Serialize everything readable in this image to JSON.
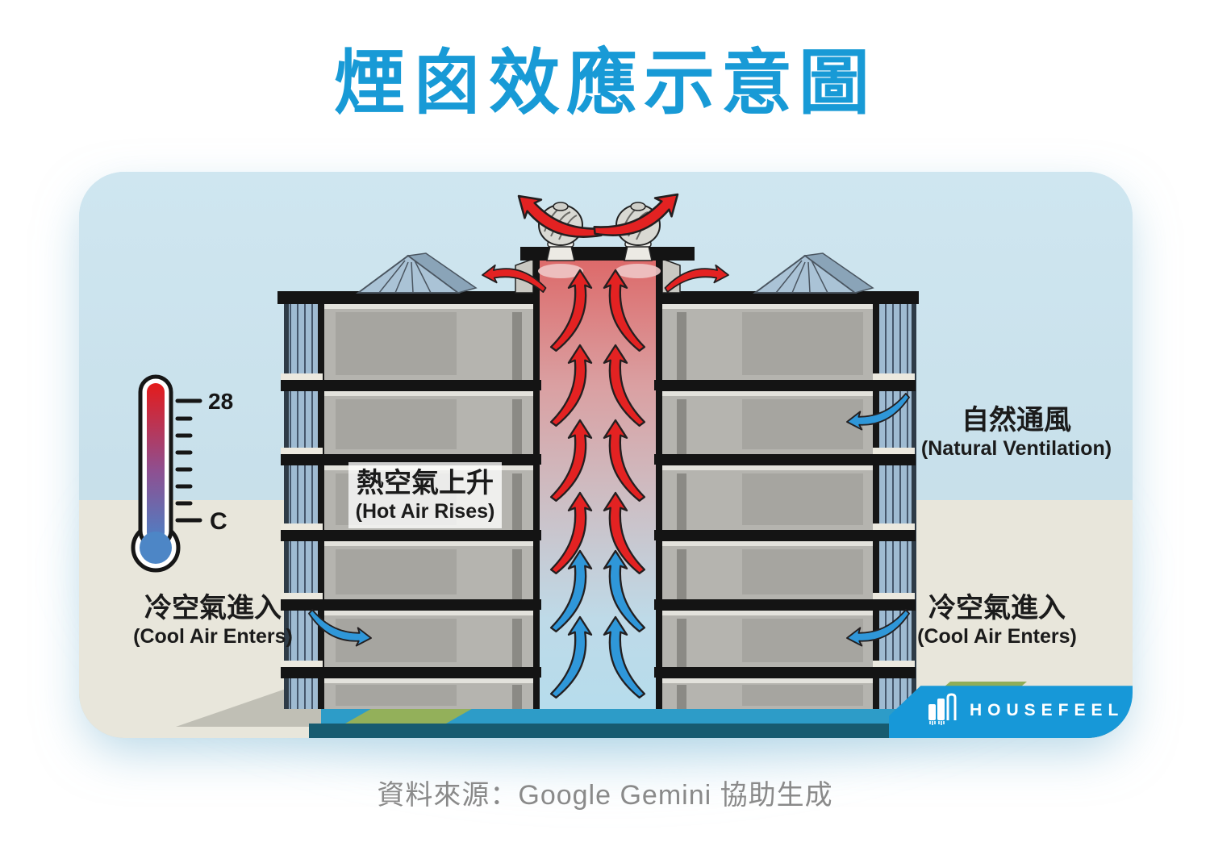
{
  "title": "煙囪效應示意圖",
  "caption": "資料來源：Google Gemini 協助生成",
  "logo": {
    "text": "HOUSEFEEL"
  },
  "thermometer": {
    "top_label": "28",
    "bottom_label": "C"
  },
  "labels": {
    "hot_air": {
      "zh": "熱空氣上升",
      "en": "(Hot Air Rises)"
    },
    "natural_ventilation": {
      "zh": "自然通風",
      "en": "(Natural Ventilation)"
    },
    "cool_air_left": {
      "zh": "冷空氣進入",
      "en": "(Cool Air Enters)"
    },
    "cool_air_right": {
      "zh": "冷空氣進入",
      "en": "(Cool Air Enters)"
    }
  },
  "icons": {
    "logo_icon": "housefeel-building-icon",
    "thermometer_icon": "thermometer-icon",
    "turbine_icon": "turbine-roof-vent",
    "hot_arrow_icon": "curved-red-up-arrow",
    "cool_arrow_icon": "curved-blue-arrow"
  },
  "colors": {
    "title_blue": "#189ad6",
    "banner_blue": "#1798d8",
    "hot_red": "#e32222",
    "cool_blue": "#2f97d9",
    "sky": "#c8e0ea",
    "ground": "#e8e6db",
    "lawn_green": "#93b05a",
    "base_teal": "#175b70",
    "caption_gray": "#8a8a8a"
  }
}
